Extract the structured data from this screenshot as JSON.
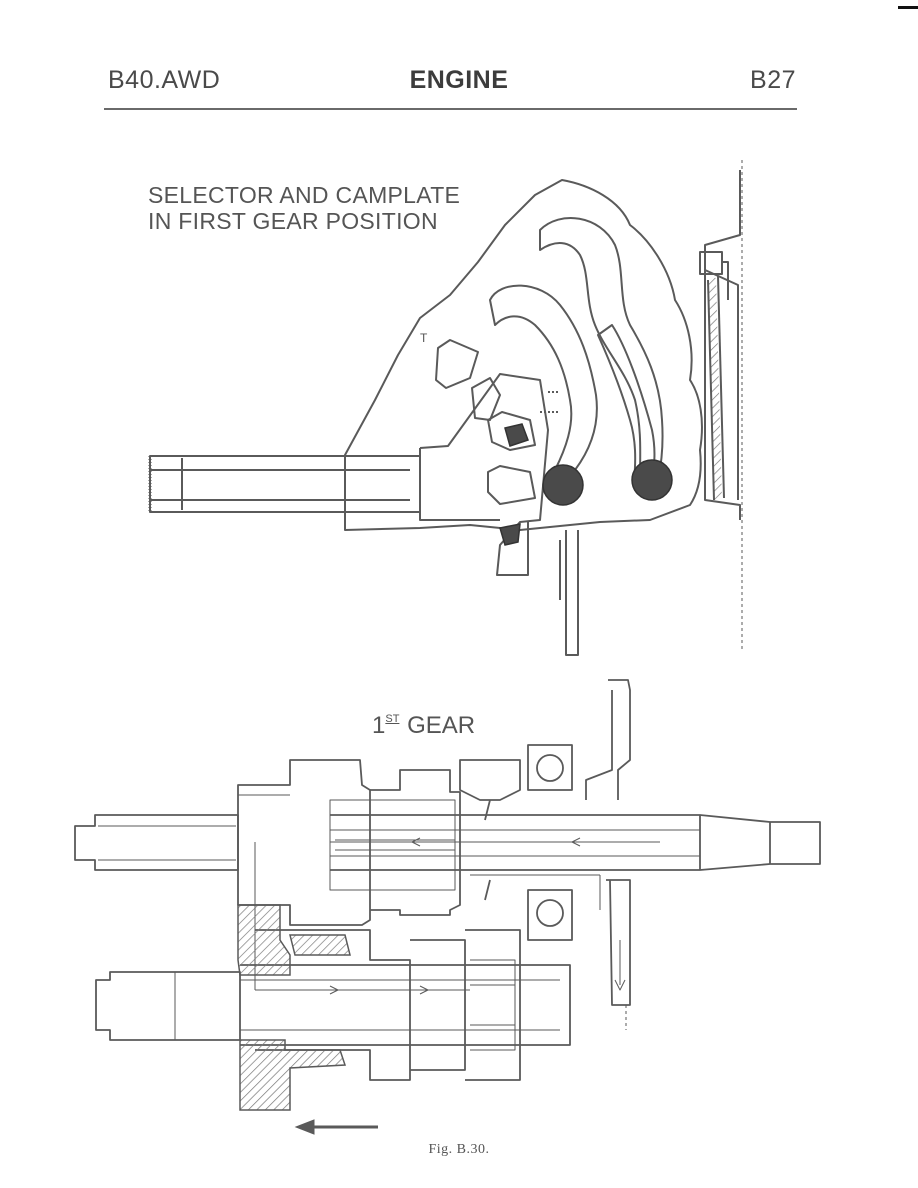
{
  "header": {
    "left": "B40.AWD",
    "center": "ENGINE",
    "right": "B27"
  },
  "figure_top": {
    "caption_line1": "SELECTOR AND CAMPLATE",
    "caption_line2": "IN FIRST GEAR POSITION"
  },
  "figure_bottom": {
    "caption_base": "1",
    "caption_sup": "ST",
    "caption_rest": " GEAR"
  },
  "figure_caption": "Fig. B.30.",
  "colors": {
    "ink": "#5a5a5a",
    "dark_fill": "#4a4a4a",
    "hatch": "#7a7a7a"
  }
}
